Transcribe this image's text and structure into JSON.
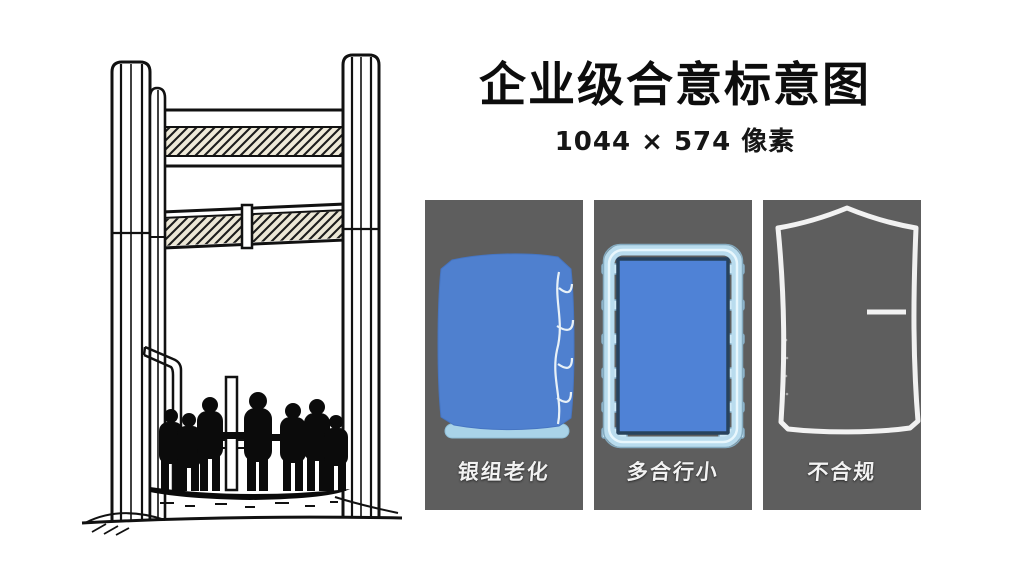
{
  "header": {
    "title": "企业级合意标意图",
    "subtitle": "1044 × 574 像素"
  },
  "illustration": {
    "name": "gate-structure-with-crowd-sketch"
  },
  "panels": [
    {
      "id": "aged-module",
      "caption": "银组老化"
    },
    {
      "id": "framed-module",
      "caption": "多合行小"
    },
    {
      "id": "outline-pattern",
      "caption": "不合规"
    }
  ],
  "colors": {
    "page_bg": "#ffffff",
    "ink": "#111111",
    "panel_bg": "#5e5e5e",
    "module_blue": "#4f80cf",
    "inner_module_blue": "#4f82d6",
    "frame_light_blue": "#b9dcee",
    "base_strip_blue": "#a9d3e8",
    "crack_white": "#e8f1f7",
    "outline_white": "#f2f2f2",
    "hatch_paper": "#efead9"
  }
}
